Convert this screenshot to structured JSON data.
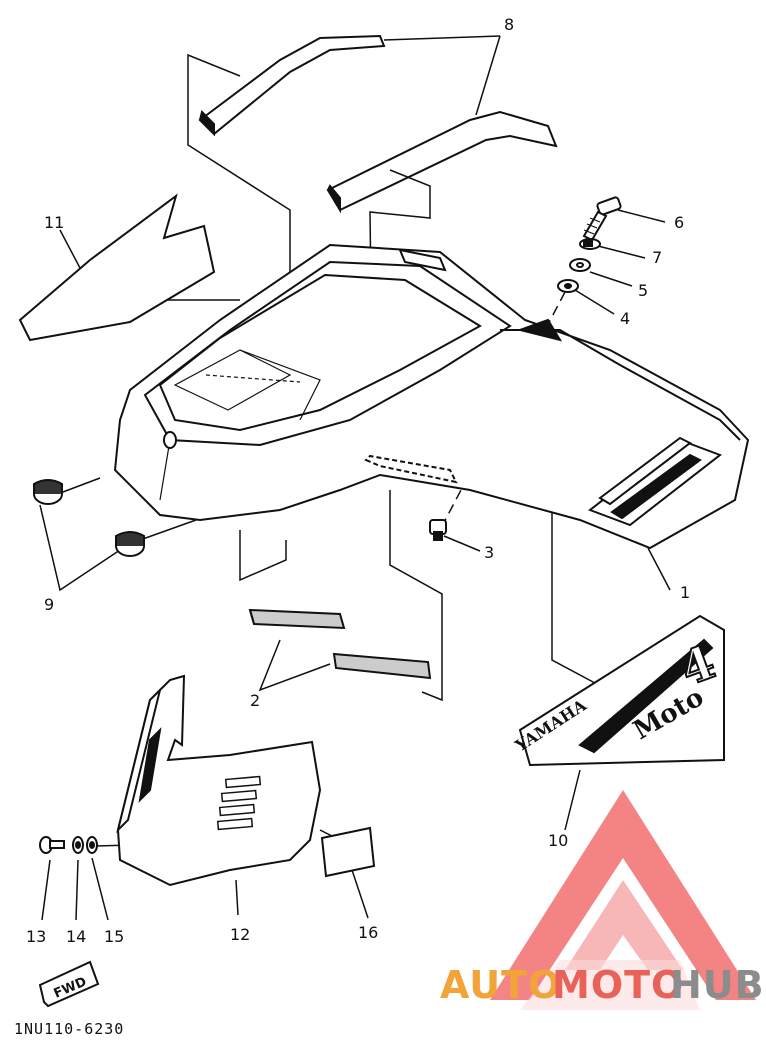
{
  "diagram": {
    "callouts": {
      "c1": "1",
      "c2": "2",
      "c3": "3",
      "c4": "4",
      "c5": "5",
      "c6": "6",
      "c7": "7",
      "c8": "8",
      "c9": "9",
      "c10": "10",
      "c11": "11",
      "c12": "12",
      "c13": "13",
      "c14": "14",
      "c15": "15",
      "c16": "16"
    },
    "fwd_label": "FWD",
    "decal_text": {
      "brand": "YAMAHA",
      "moto": "Moto",
      "four": "4"
    },
    "diagram_code": "1NU110-6230"
  },
  "watermark": {
    "part1": "AUTO",
    "part2": "MOTO",
    "part3": "HUB",
    "colors": {
      "auto": "#f2a33a",
      "moto": "#e8625a",
      "hub": "#8c8c8c",
      "logo": "#f15b5b"
    }
  }
}
